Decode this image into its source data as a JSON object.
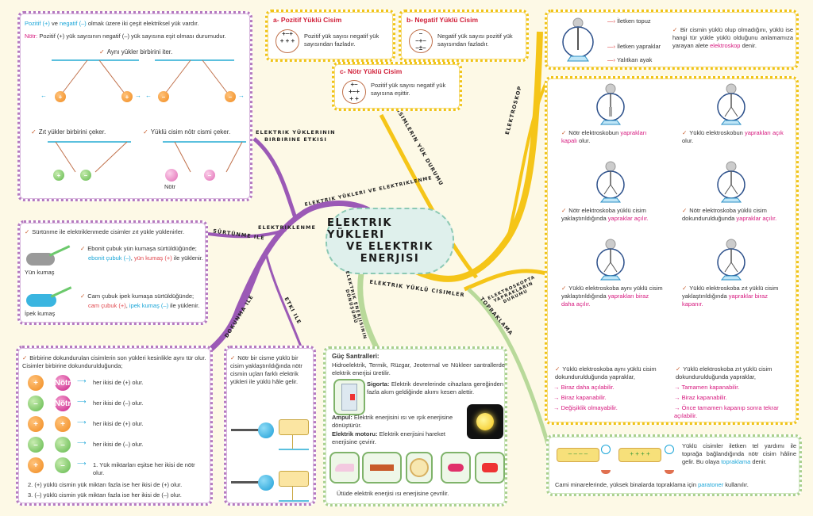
{
  "center": {
    "line1": "ELEKTRIK YÜKLERI",
    "line2": "VE ELEKTRIK",
    "line3": "ENERJISI"
  },
  "branches": {
    "elektrik_yukleri_ve_elektriklenme": "ELEKTRIK YÜKLERI VE ELEKTRIKLENME",
    "elektrik_yuklerinin_birbirine_etkisi_1": "ELEKTRIK YÜKLERININ",
    "elektrik_yuklerinin_birbirine_etkisi_2": "BIRBIRINE ETKISI",
    "elektriklenme": "ELEKTRIKLENME",
    "surtunme_ile": "SÜRTÜNME ILE",
    "dokunma_ile": "DOKUNMA ILE",
    "etki_ile": "ETKI ILE",
    "cisimlerin_yuk_durumu": "CISIMLERIN YÜK DURUMU",
    "elektrik_yuklu_cisimler": "ELEKTRIK YÜKLÜ CISIMLER",
    "elektroskop": "ELEKTROSKOP",
    "elektroskopta_yapraklarin_durumu": "ELEKTROSKOPTA YAPRAKLARIN DURUMU",
    "topraklama": "TOPRAKLAMA",
    "elektrik_enerjisinin_donusumu": "ELEKTRIK ENERJISININ DÖNÜŞÜMÜ"
  },
  "charges_box": {
    "line1_pozitif": "Pozitif (+)",
    "line1_ve": " ve ",
    "line1_negatif": "negatif (–)",
    "line1_rest": " olmak üzere iki çeşit elektriksel yük vardır.",
    "line2_notr": "Nötr:",
    "line2_rest": " Pozitif (+) yük sayısının negatif (–) yük sayısına eşit olması durumudur.",
    "same_repel": "Aynı yükler birbirini iter.",
    "opposite_attract": "Zıt yükler birbirini çeker.",
    "charged_attracts_neutral": "Yüklü cisim nötr cismi çeker.",
    "neutral_label": "Nötr",
    "plus": "+",
    "minus": "–"
  },
  "friction_box": {
    "intro": "Sürtünme ile elektriklenmede cisimler zıt yükle yüklenirler.",
    "ebonit_1": "Ebonit çubuk yün kumaşa sürtüldüğünde;",
    "ebonit_2a": "ebonit çubuk (–)",
    "ebonit_2b": ", ",
    "ebonit_2c": "yün kumaş (+)",
    "ebonit_2d": " ile yüklenir.",
    "wool_label": "Yün kumaş",
    "cam_1": "Cam çubuk ipek kumaşa sürtüldüğünde;",
    "cam_2a": "cam çubuk (+)",
    "cam_2b": ", ",
    "cam_2c": "ipek kumaş (–)",
    "cam_2d": " ile yüklenir.",
    "silk_label": "İpek kumaş"
  },
  "contact_box": {
    "intro": "Birbirine dokundurulan cisimlerin son yükleri kesinlikle aynı tür olur. Cisimler birbirine dokundurulduğunda;",
    "rows": [
      {
        "a": "+",
        "b": "Nötr",
        "text": "her ikisi de (+) olur."
      },
      {
        "a": "–",
        "b": "Nötr",
        "text": "her ikisi de (–) olur."
      },
      {
        "a": "+",
        "b": "+",
        "text": "her ikisi de (+) olur."
      },
      {
        "a": "–",
        "b": "–",
        "text": "her ikisi de (–) olur."
      },
      {
        "a": "+",
        "b": "–",
        "text": "1. Yük miktarları eşitse her ikisi de nötr olur."
      }
    ],
    "note2": "2. (+) yüklü cismin yük miktarı fazla ise her ikisi de (+) olur.",
    "note3": "3. (–) yüklü cismin yük miktarı fazla ise her ikisi de (–) olur."
  },
  "induction_box": {
    "text": "Nötr bir cisme yüklü bir cisim yaklaştırıldığında nötr cismin uçları farklı elektrik yükleri ile yüklü hâle gelir."
  },
  "body_types": {
    "positive": {
      "title": "a- Pozitif Yüklü Cisim",
      "text": "Pozitif yük sayısı negatif yük sayısından fazladır."
    },
    "negative": {
      "title": "b- Negatif Yüklü Cisim",
      "text": "Negatif yük sayısı pozitif yük sayısından fazladır."
    },
    "neutral": {
      "title": "c- Nötr Yüklü Cisim",
      "text": "Pozitif yük sayısı negatif yük sayısına eşittir."
    }
  },
  "electroscope_def": {
    "label_knob": "İletken topuz",
    "label_leaves": "İletken yapraklar",
    "label_foot": "Yalıtkan ayak",
    "text1": "Bir cismin yüklü olup olmadığını, yüklü ise hangi tür yükle yüklü olduğunu anlamamıza yarayan alete ",
    "text_term": "elektroskop",
    "text2": " denir."
  },
  "electroscope_states": [
    {
      "t1": "Nötr elektroskobun",
      "t2": "yaprakları kapalı",
      "t3": " olur."
    },
    {
      "t1": "Yüklü elektroskobun",
      "t2": "yaprakları açık",
      "t3": " olur."
    },
    {
      "t1": "Nötr elektroskoba yüklü cisim yaklaştırıldığında",
      "t2": "yapraklar açılır.",
      "t3": ""
    },
    {
      "t1": "Nötr elektroskoba yüklü cisim dokundurulduğunda",
      "t2": "yapraklar açılır.",
      "t3": ""
    },
    {
      "t1": "Yüklü elektroskoba aynı yüklü cisim yaklaştırıldığında",
      "t2": "yaprakları biraz daha açılır.",
      "t3": ""
    },
    {
      "t1": "Yüklü elektroskoba zıt yüklü cisim yaklaştırıldığında",
      "t2": "yapraklar biraz kapanır.",
      "t3": ""
    }
  ],
  "electroscope_touch": {
    "same": {
      "intro": "Yüklü elektroskoba aynı yüklü cisim dokundurulduğunda yapraklar,",
      "opts": [
        "Biraz daha açılabilir.",
        "Biraz kapanabilir.",
        "Değişiklik olmayabilir."
      ]
    },
    "opposite": {
      "intro": "Yüklü elektroskoba zıt yüklü cisim dokundurulduğunda yapraklar,",
      "opts": [
        "Tamamen kapanabilir.",
        "Biraz kapanabilir.",
        "Önce tamamen kapanıp sonra tekrar açılabilir."
      ]
    }
  },
  "grounding": {
    "text1": "Yüklü cisimler iletken tel yardımı ile toprağa bağlandığında nötr cisim hâline gelir. Bu olaya ",
    "term": "topraklama",
    "text2": " denir.",
    "line2a": "Cami minarelerinde, yüksek binalarda topraklama için ",
    "line2term": "paratoner",
    "line2b": " kullanılır."
  },
  "energy_box": {
    "plants_title": "Güç Santralleri:",
    "plants_text": "Hidroelektrik, Termik, Rüzgar, Jeotermal ve Nükleer santrallerde elektrik enerjisi üretilir.",
    "fuse_title": "Sigorta:",
    "fuse_text": " Elektrik devrelerinde cihazlara gereğinden fazla akım geldiğinde akımı kesen alettir.",
    "bulb_title": "Ampul:",
    "bulb_text": " Elektrik enerjisini ısı ve ışık enerjisine dönüştürür.",
    "motor_title": "Elektrik motoru:",
    "motor_text": " Elektrik enerjisini hareket enerjisine çevirir.",
    "iron_caption": "Ütüde elektrik enerjisi ısı enerjisine çevrilir.",
    "appliances": [
      "iron",
      "drill",
      "fan",
      "hair-dryer",
      "mixer"
    ]
  },
  "colors": {
    "purple": "#9b59b6",
    "yellow": "#f5c518",
    "green": "#b8d99a",
    "pink": "#d6197e",
    "blue": "#1ba6d8"
  }
}
